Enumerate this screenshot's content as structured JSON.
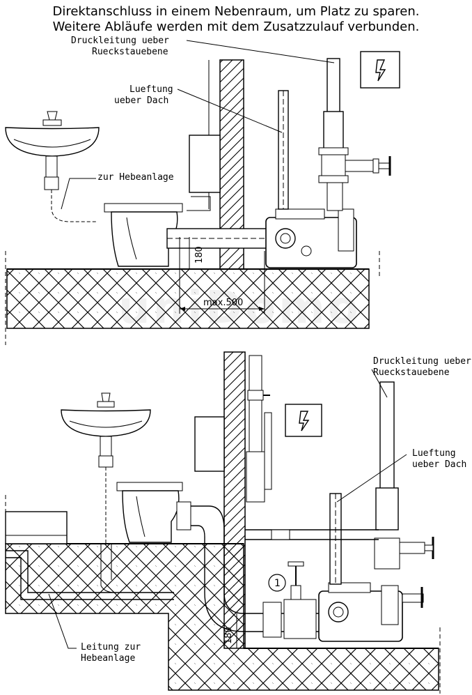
{
  "caption": {
    "line1": "Direktanschluss in einem Nebenraum, um Platz zu sparen.",
    "line2": "Weitere Abläufe werden mit dem Zusatzzulauf verbunden."
  },
  "top": {
    "pressure_line_1": "Druckleitung ueber",
    "pressure_line_2": "Rueckstauebene",
    "vent_1": "Lueftung",
    "vent_2": "ueber Dach",
    "to_lift": "zur Hebeanlage",
    "dim_height": "180",
    "dim_length": "max.500"
  },
  "bottom": {
    "pressure_line_1": "Druckleitung ueber",
    "pressure_line_2": "Rueckstauebene",
    "vent_1": "Lueftung",
    "vent_2": "ueber Dach",
    "pipe_1": "Leitung zur",
    "pipe_2": "Hebeanlage",
    "dim_height": "180",
    "marker": "1"
  },
  "watermark": "uniDomo",
  "icons": [
    "electrical-hazard-icon",
    "electrical-hazard-icon"
  ]
}
